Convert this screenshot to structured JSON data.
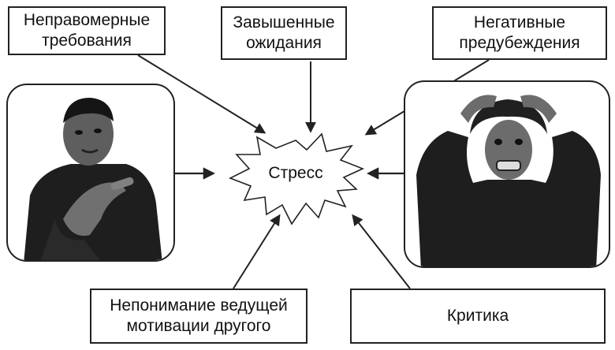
{
  "boxes": {
    "unjust_demands": "Неправомерные\nтребования",
    "inflated_expectations": "Завышенные\nожидания",
    "negative_prejudices": "Негативные\nпредубеждения",
    "misunderstanding": "Непонимание ведущей\nмотивации другого",
    "criticism": "Критика"
  },
  "center": {
    "label": "Стресс"
  },
  "colors": {
    "stroke": "#222222",
    "photo_dark": "#1e1e1e",
    "skin": "#6a6a6a"
  }
}
